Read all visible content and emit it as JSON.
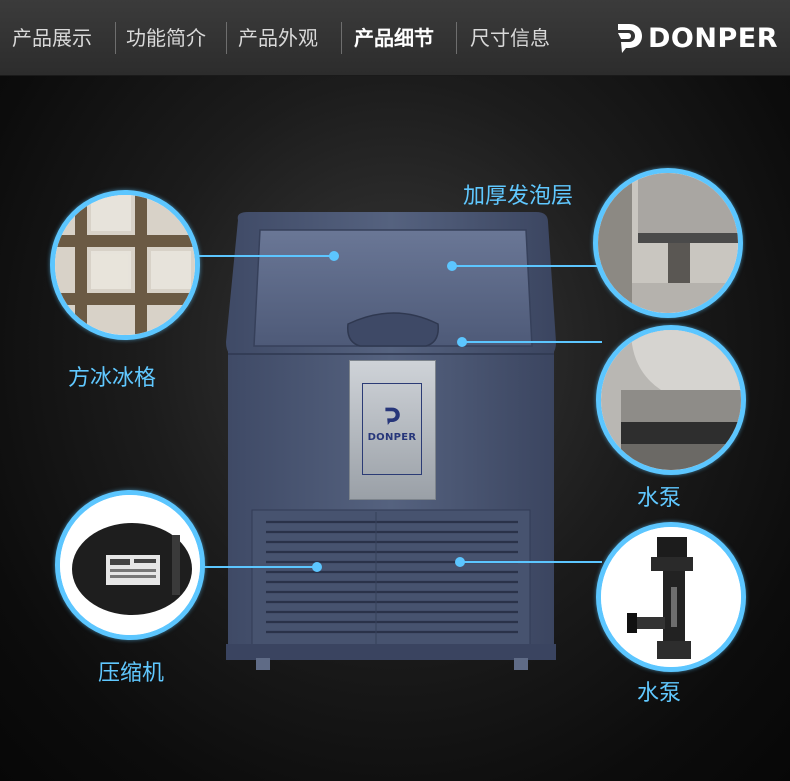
{
  "nav": {
    "tabs": [
      {
        "label": "产品展示",
        "active": false
      },
      {
        "label": "功能简介",
        "active": false
      },
      {
        "label": "产品外观",
        "active": false
      },
      {
        "label": "产品细节",
        "active": true
      },
      {
        "label": "尺寸信息",
        "active": false
      }
    ],
    "brand": "DONPER"
  },
  "product": {
    "badge_brand": "DONPER"
  },
  "callouts": {
    "ice_grid": "方冰冰格",
    "foam_layer": "加厚发泡层",
    "water_pump_upper": "水泵",
    "compressor": "压缩机",
    "water_pump_lower": "水泵"
  },
  "colors": {
    "nav_bg": "#333333",
    "accent": "#5cc6ff",
    "machine_body": "#4d5a78",
    "badge_text": "#27367a"
  }
}
